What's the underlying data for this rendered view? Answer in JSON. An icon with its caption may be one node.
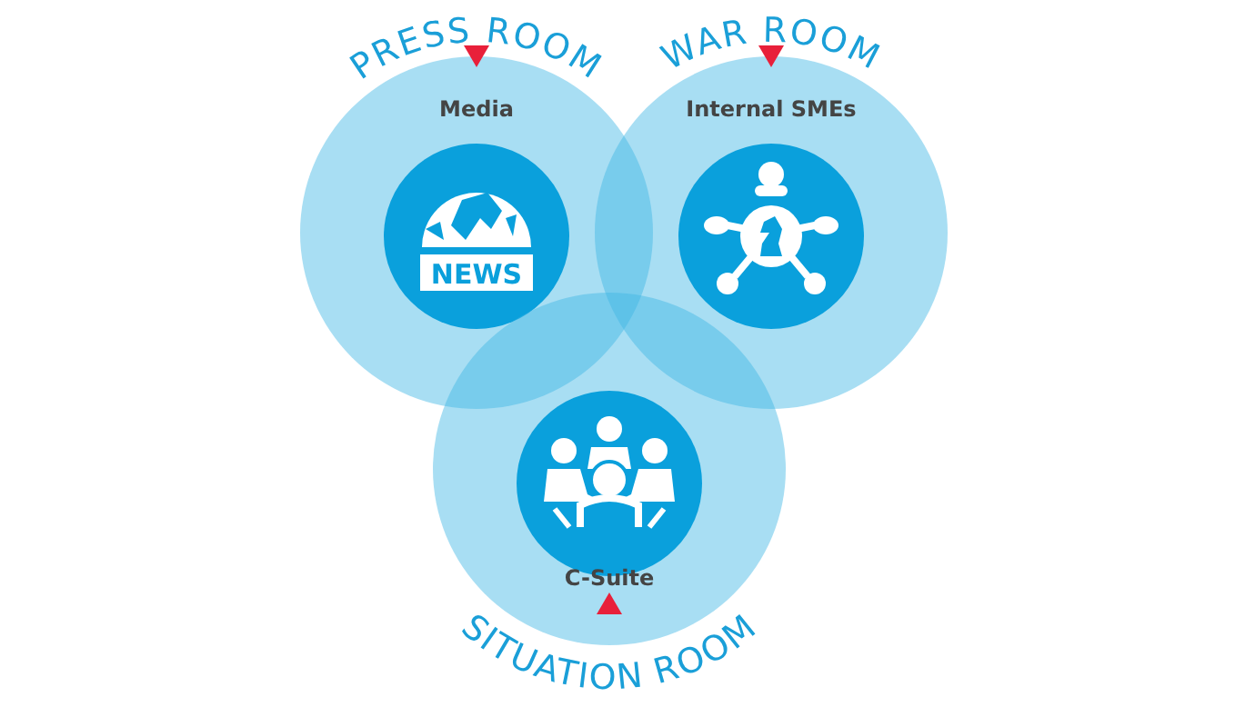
{
  "diagram": {
    "nodes": [
      {
        "text": [
          "PRESS ROOM",
          "Media"
        ]
      },
      {
        "text": [
          "WAR ROOM",
          "Internal SMEs"
        ]
      },
      {
        "text": [
          "C-Suite",
          "SITUATION ROOM"
        ]
      }
    ],
    "labels": [
      "NEWS"
    ]
  }
}
